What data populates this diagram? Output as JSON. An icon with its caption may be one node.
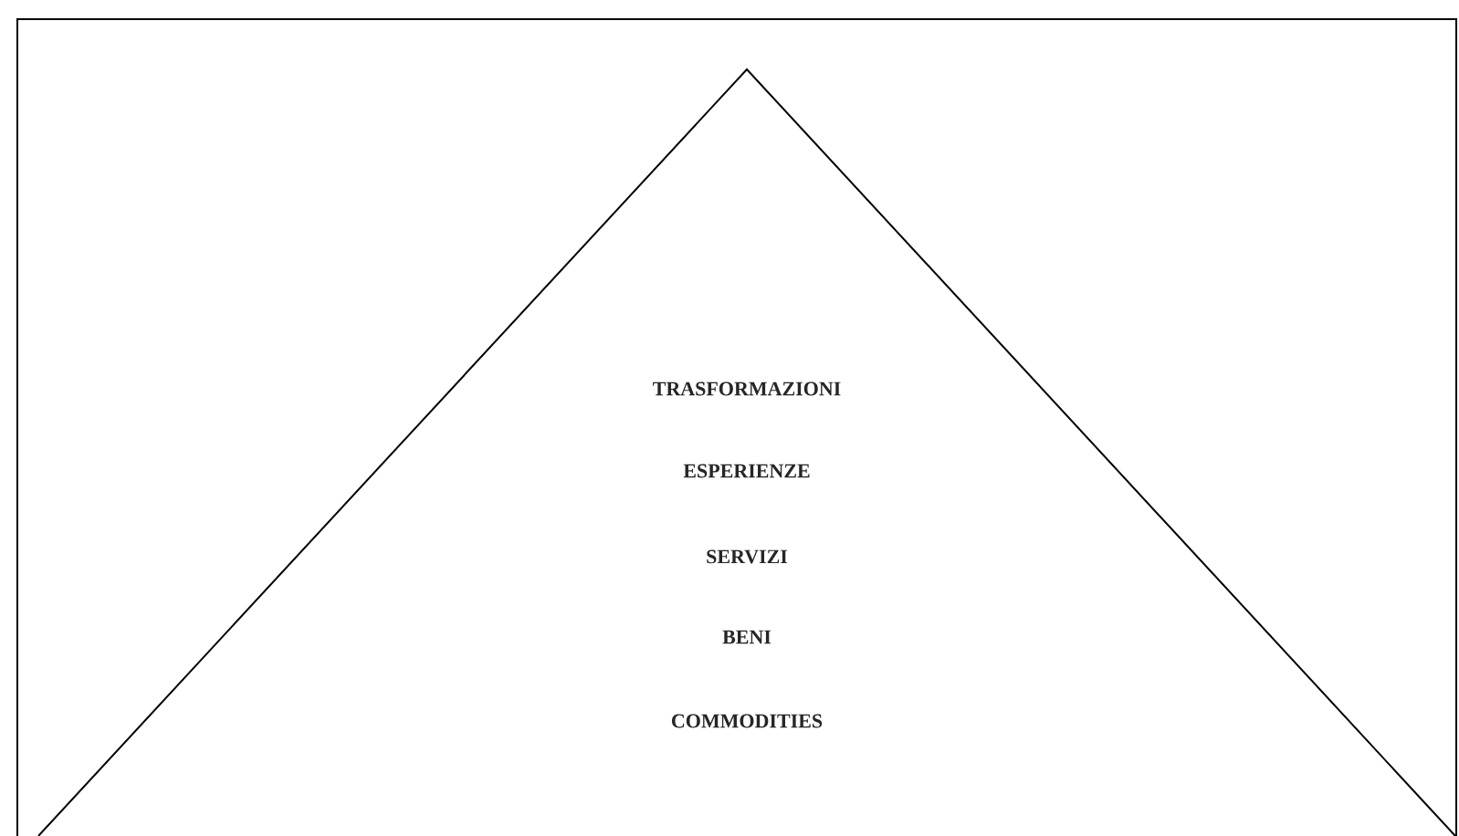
{
  "diagram": {
    "nodes": [
      {
        "text": [
          "TRASFORMAZIONI",
          "ESPERIENZE",
          "SERVIZI",
          "BENI",
          "COMMODITIES"
        ]
      }
    ]
  }
}
